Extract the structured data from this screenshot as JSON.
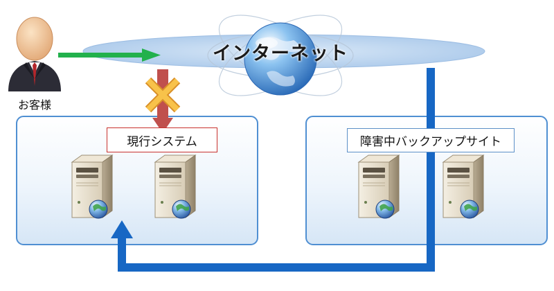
{
  "labels": {
    "internet": "インターネット",
    "customer": "お客様",
    "current_system": "現行システム",
    "backup_site": "障害中バックアップサイト"
  },
  "icons": {
    "customer": "person-icon",
    "globe": "globe-icon",
    "server": "server-icon",
    "blocked": "x-mark-icon"
  },
  "colors": {
    "cloud": "#b8d3ee",
    "box_border": "#4f8fd2",
    "current_label_border": "#c8302c",
    "backup_label_border": "#5b8fc7",
    "request_arrow": "#22b14c",
    "blocked_arrow": "#c0504d",
    "x_mark": "#f5b335",
    "reroute_path": "#1767c4"
  }
}
